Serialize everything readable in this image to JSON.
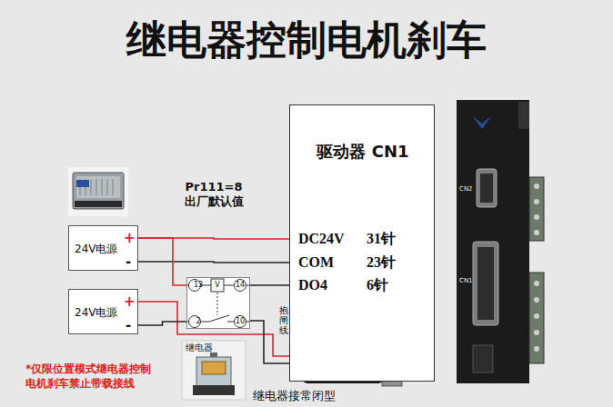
{
  "diagram": {
    "title": "继电器控制电机刹车",
    "nodes": [
      {
        "text": [
          "24V电源",
          "+",
          "-"
        ]
      },
      {
        "text": [
          "驱动器 CN1",
          "DC24V",
          "31针",
          "COM",
          "23针",
          "DO4",
          "6针"
        ]
      },
      {
        "text": [
          "13",
          "V",
          "14",
          "2",
          "10"
        ]
      },
      {
        "text": [
          "24V电源",
          "+",
          "-"
        ]
      }
    ],
    "edges": [
      {
        "from": 0,
        "to": 1,
        "arrow": "none"
      },
      {
        "from": 0,
        "to": 1,
        "arrow": "none"
      },
      {
        "from": 0,
        "to": 2,
        "arrow": "none"
      },
      {
        "from": 2,
        "to": 1,
        "arrow": "none"
      },
      {
        "from": 3,
        "to": 2,
        "arrow": "none"
      }
    ],
    "labels": [
      "Pr111=8",
      "出厂默认值",
      "继电器",
      "抱闸线",
      "继电器接常闭型",
      "*仅限位置模式继电器控制 电机刹车禁止带载接线",
      "CN2",
      "CN1"
    ]
  }
}
